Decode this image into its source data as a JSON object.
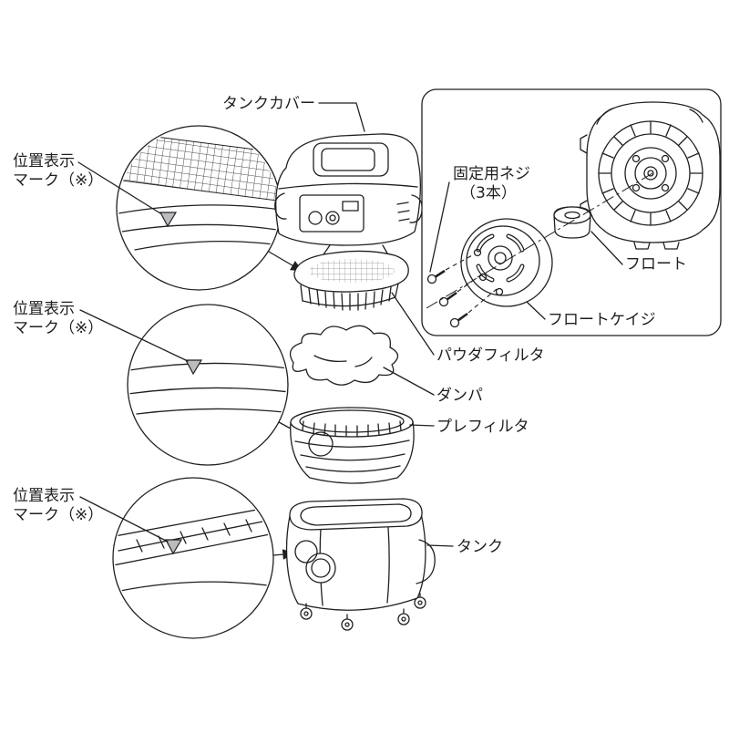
{
  "diagram": {
    "title_context": "vacuum-cleaner-parts-exploded-diagram",
    "labels": {
      "tank_cover": "タンクカバー",
      "position_mark_line1": "位置表示",
      "position_mark_line2": "マーク（※）",
      "fixing_screws_line1": "固定用ネジ",
      "fixing_screws_line2": "（3本）",
      "float": "フロート",
      "float_cage": "フロートケイジ",
      "powder_filter": "パウダフィルタ",
      "damper": "ダンパ",
      "pre_filter": "プレフィルタ",
      "tank": "タンク"
    },
    "colors": {
      "line": "#231f20",
      "mark_fill": "#b9bdc0",
      "background": "#ffffff"
    }
  }
}
